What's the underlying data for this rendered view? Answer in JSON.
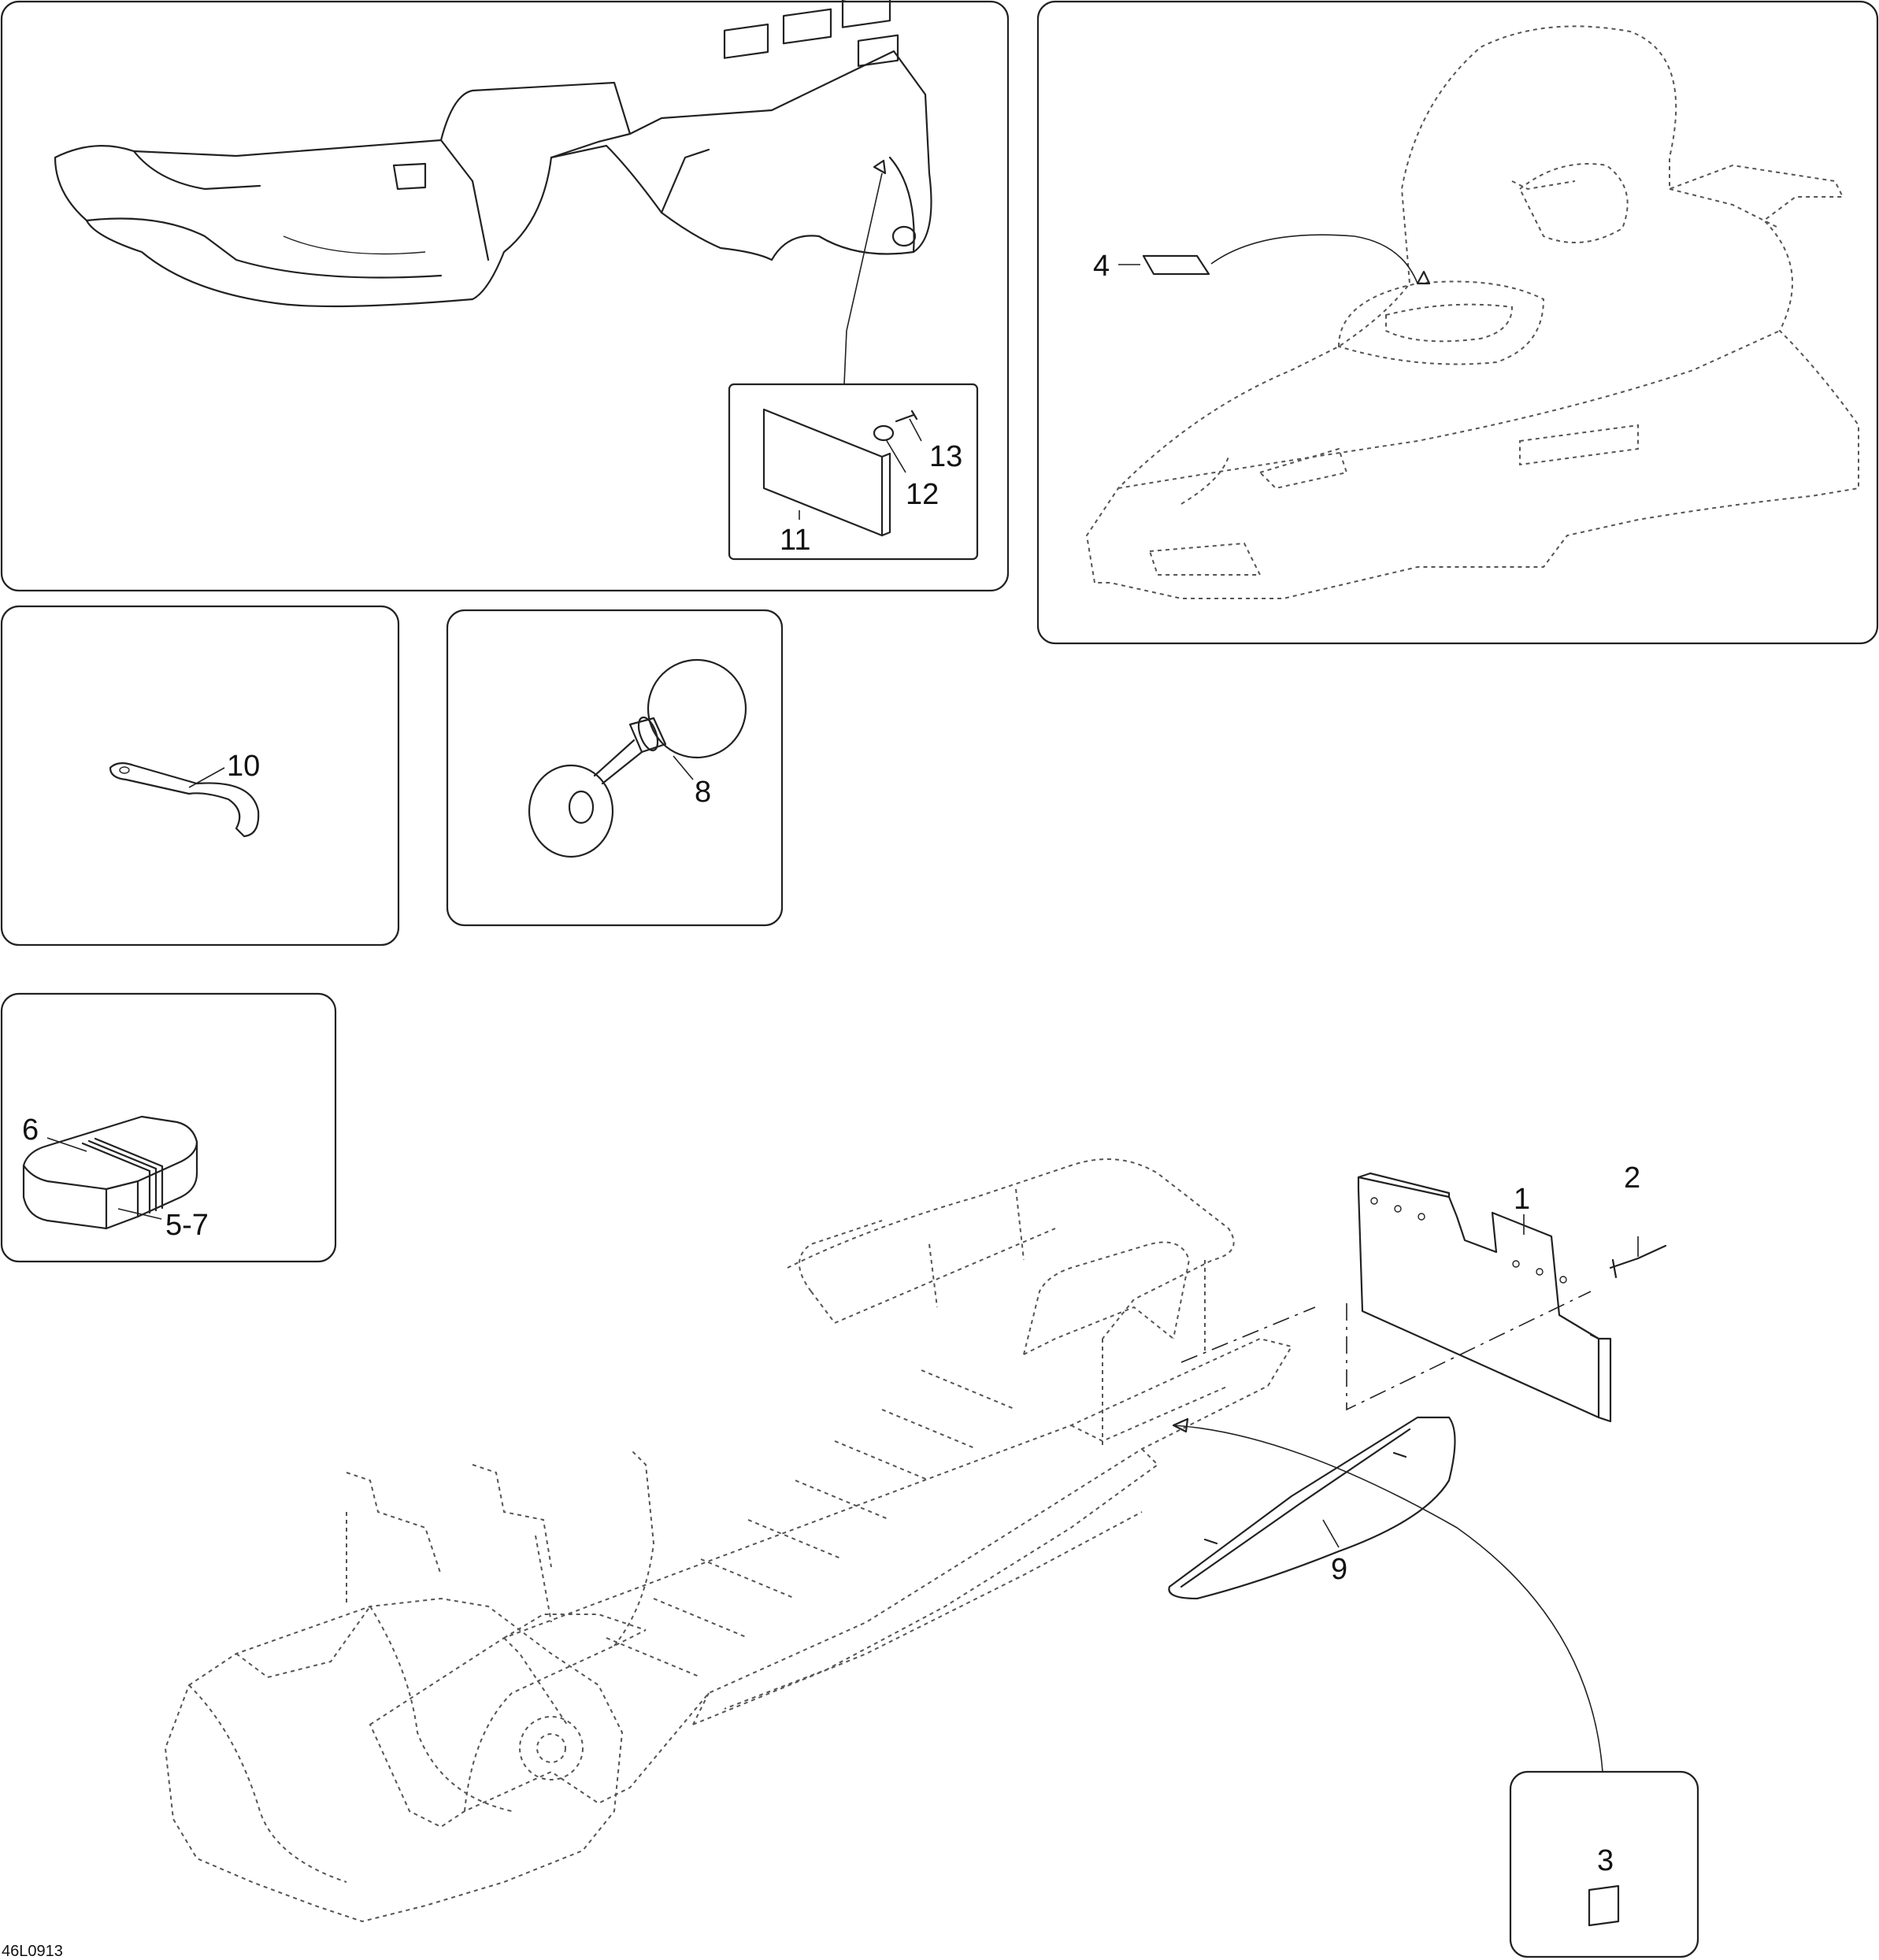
{
  "drawing_code": "46L0913",
  "callouts": {
    "c1": "1",
    "c2": "2",
    "c3": "3",
    "c4": "4",
    "c5_7": "5-7",
    "c6": "6",
    "c8": "8",
    "c9": "9",
    "c10": "10",
    "c11": "11",
    "c12": "12",
    "c13": "13"
  },
  "icons": {
    "bumper": "rear-bumper-line-drawing",
    "hood": "hood-windshield-dashed-outline",
    "wrench": "spanner-wrench",
    "horn": "horn-bulb",
    "kit": "tool-kit-bag",
    "frame": "chassis-frame-dashed",
    "flap": "snow-flap",
    "deflector": "side-deflector",
    "reflector": "reflector-pad"
  }
}
